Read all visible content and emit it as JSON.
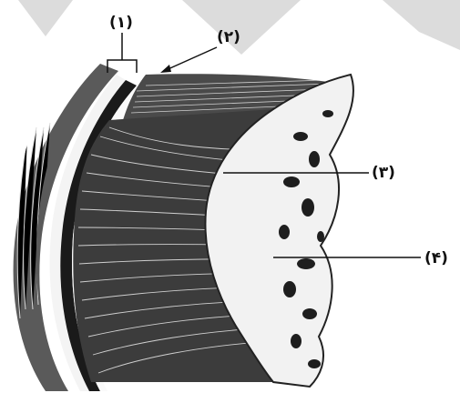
{
  "labels": {
    "l1": "(۱)",
    "l2": "(۲)",
    "l3": "(۳)",
    "l4": "(۴)"
  },
  "colors": {
    "ink": "#111111",
    "background": "#ffffff",
    "fiber_dark": "#3a3a3a",
    "fiber_light": "#e6e6e6",
    "watermark": "#d8d8d8"
  }
}
